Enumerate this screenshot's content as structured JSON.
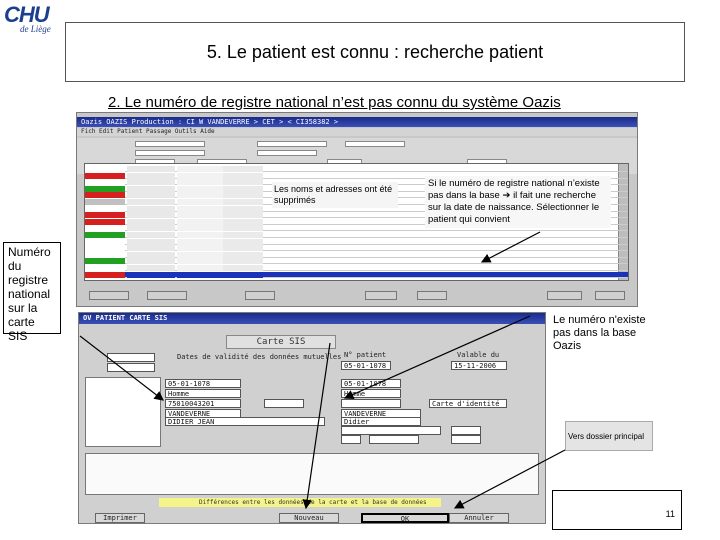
{
  "logo": {
    "brand": "CHU",
    "place": "de Liège"
  },
  "slide": {
    "title": "5. Le patient est connu : recherche patient",
    "subtitle": "2. Le numéro de registre national n’est pas connu du système Oazis",
    "page_number": "11"
  },
  "annotations": {
    "names_removed": "Les noms et adresses ont été supprimés",
    "not_known_hint": "Si le numéro de registre national n’existe pas dans la base ➔ il fait une recherche sur la date de naissance. Sélectionner le patient qui convient",
    "left_callout": "Numéro du registre national sur la carte SIS",
    "right_callout": "Le numéro n'existe pas dans la base Oazis",
    "vers_dossier": "Vers dossier principal"
  },
  "search_window": {
    "title_text": "Oazis  OAZIS Production : CI W VANDEVERRE > CET > < CI358382 >",
    "menu_text": "Fich  Edit  Patient  Passage  Outils  Aide",
    "rows": [
      {
        "mark_color": "#ffffff"
      },
      {
        "mark_color": "#d62020"
      },
      {
        "mark_color": "#ffffff"
      },
      {
        "mark_color": "#22a022"
      },
      {
        "mark_color": "#d62020"
      },
      {
        "mark_color": "#c0c0c0"
      },
      {
        "mark_color": "#ffffff"
      },
      {
        "mark_color": "#d62020"
      },
      {
        "mark_color": "#d62020"
      },
      {
        "mark_color": "#ffffff"
      },
      {
        "mark_color": "#22a022"
      },
      {
        "mark_color": "#ffffff"
      },
      {
        "mark_color": "#ffffff"
      },
      {
        "mark_color": "#ffffff"
      },
      {
        "mark_color": "#22a022"
      },
      {
        "mark_color": "#ffffff"
      },
      {
        "mark_color": "#d62020"
      }
    ]
  },
  "carte_window": {
    "title_text": "OV  PATIENT CARTE SIS",
    "carte_title": "Carte SIS",
    "validity_header": "Dates de validité des données mutuelles",
    "patient_label": "N° patient",
    "valid_label": "Valable du",
    "patient_number": "05-01-1078",
    "valid_date": "15-11-2006",
    "sis_fields": [
      "05-01-1078",
      "Homme",
      "75010043201",
      "VANDEVERNE",
      "DIDIER JEAN"
    ],
    "oazis_fields": [
      "05-01-1078",
      "Homme",
      "",
      "VANDEVERNE",
      "Didier"
    ],
    "carte_identite": "Carte d'identité",
    "warning_text": "Différences entre les données de la carte et la base de données",
    "buttons": [
      "Imprimer",
      "Nouveau patient",
      "OK",
      "Annuler"
    ]
  },
  "colors": {
    "title_bar": "#1a2b8a",
    "selection": "#1a33b8",
    "arrow": "#000000"
  }
}
